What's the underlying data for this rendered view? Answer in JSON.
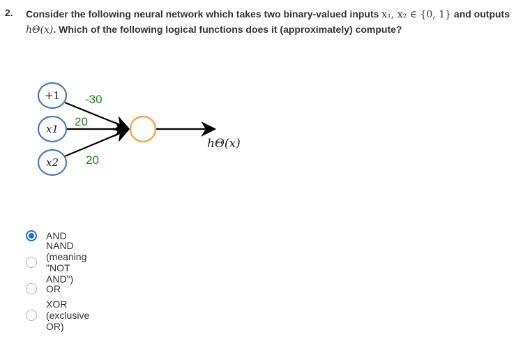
{
  "question": {
    "number": "2.",
    "text_part1": "Consider the following neural network which takes two binary-valued inputs ",
    "inputs_math": "x₁, x₂ ∈ {0, 1}",
    "text_part2": " and outputs ",
    "output_math": "hΘ(x)",
    "text_part3": ". Which of the following logical functions does it (approximately) compute?"
  },
  "network": {
    "bias_node": "+1",
    "input1_node": "x1",
    "input2_node": "x2",
    "weight_bias": "-30",
    "weight_x1": "20",
    "weight_x2": "20",
    "output_label": "hΘ(x)",
    "input_node_color": "#4a7bbf",
    "output_node_color": "#f4a94a",
    "weight_color": "#1a8a1a"
  },
  "options": [
    {
      "label": "AND",
      "selected": true
    },
    {
      "label": "NAND (meaning \"NOT AND\")",
      "selected": false
    },
    {
      "label": "OR",
      "selected": false
    },
    {
      "label": "XOR (exclusive OR)",
      "selected": false
    }
  ],
  "accent_color": "#1f6fd0"
}
